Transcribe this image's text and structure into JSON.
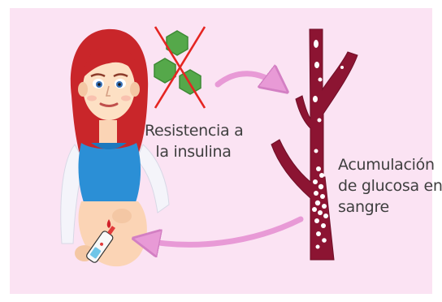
{
  "captions": {
    "resistance": [
      "Resistencia a",
      "la insulina"
    ],
    "accumulation": [
      "Acumulación",
      "de glucosa en",
      "sangre"
    ]
  },
  "icons": {
    "woman": "woman-with-glucose-meter",
    "insulin": "hexagon-molecule-icon",
    "cross": "red-x-icon",
    "vessel": "blood-vessel-with-glucose"
  },
  "colors": {
    "background": "#fbe3f3",
    "arrow": "#e89ad6",
    "vessel": "#8c1432",
    "hexagon": "#55a84a",
    "cross": "#e52521",
    "hair": "#c9262a",
    "shirt": "#2b8fd6"
  }
}
